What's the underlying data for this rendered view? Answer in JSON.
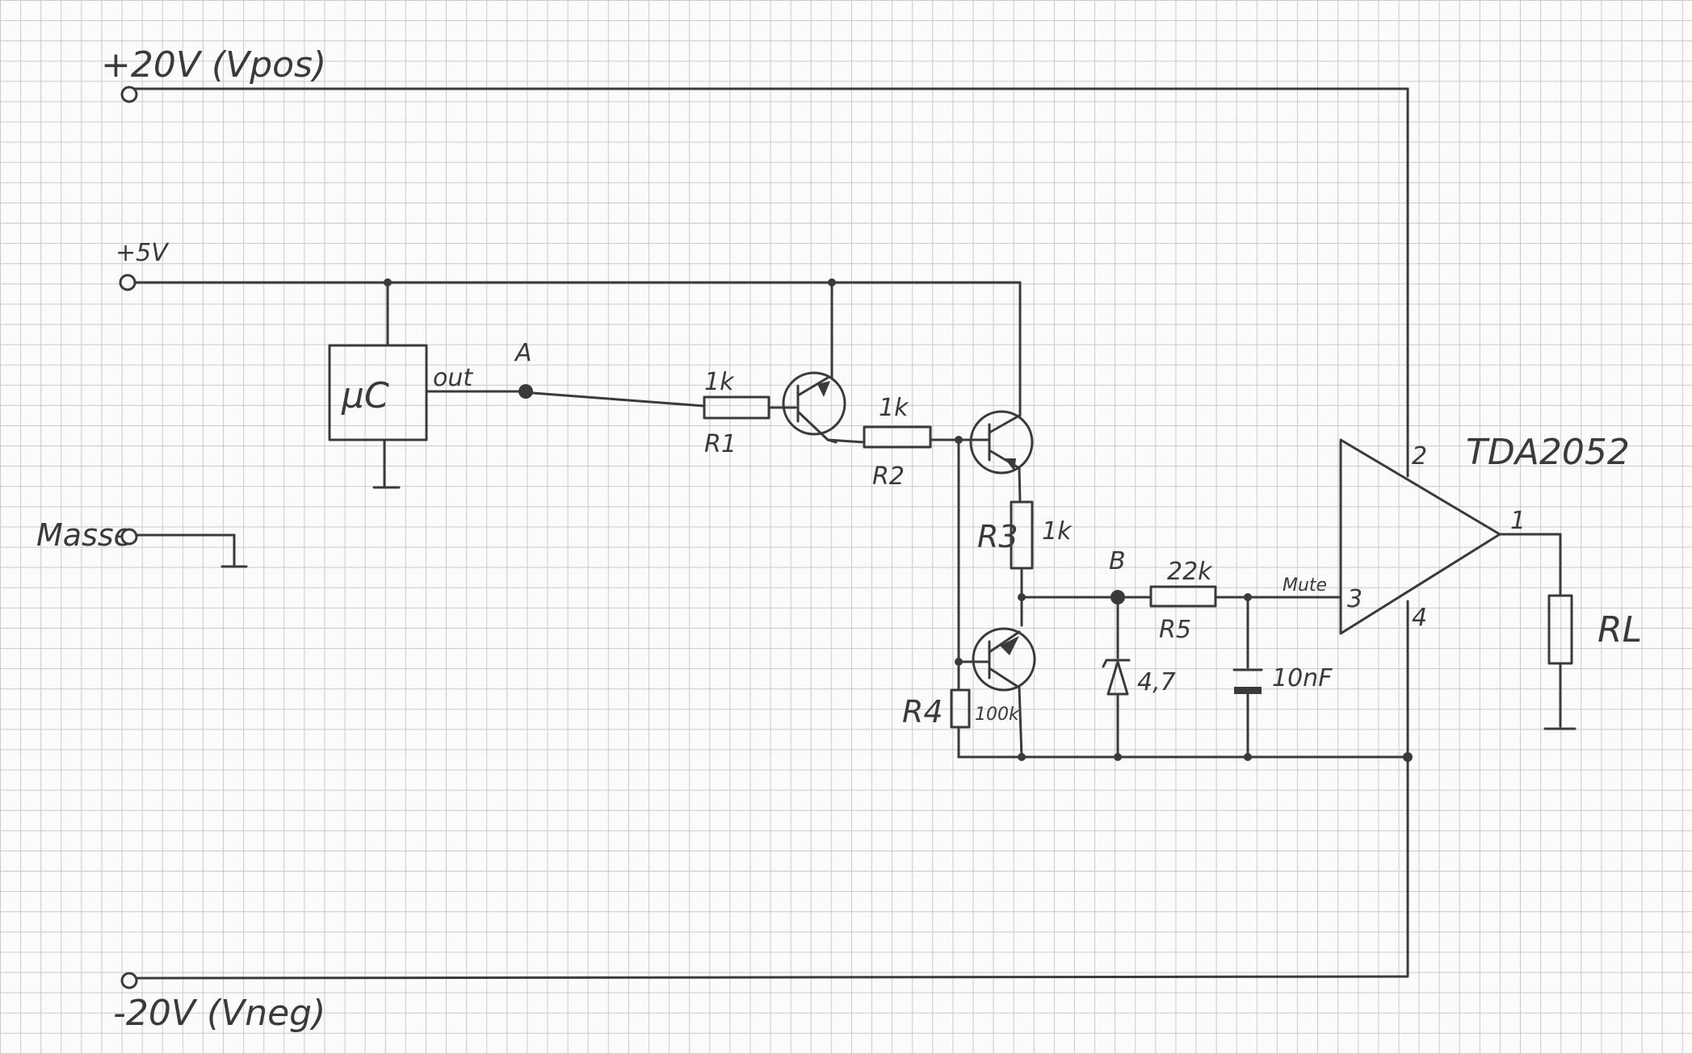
{
  "rails": {
    "vpos": "+20V (Vpos)",
    "v5": "+5V",
    "vneg": "-20V (Vneg)",
    "ground": "Masse"
  },
  "mc": {
    "label": "µC",
    "output": "out"
  },
  "nodes": {
    "a": "A",
    "b": "B"
  },
  "components": {
    "r1": {
      "name": "R1",
      "value": "1k"
    },
    "r2": {
      "name": "R2",
      "value": "1k"
    },
    "r3": {
      "name": "R3",
      "value": "1k"
    },
    "r4": {
      "name": "R4",
      "value": "100k"
    },
    "r5": {
      "name": "R5",
      "value": "22k"
    },
    "zener": {
      "value": "4,7"
    },
    "cap": {
      "value": "10nF"
    },
    "rl": {
      "name": "RL"
    }
  },
  "amplifier": {
    "name": "TDA2052",
    "pin1": "1",
    "pin2": "2",
    "pin3": "3",
    "pin4": "4",
    "mute": "Mute"
  }
}
